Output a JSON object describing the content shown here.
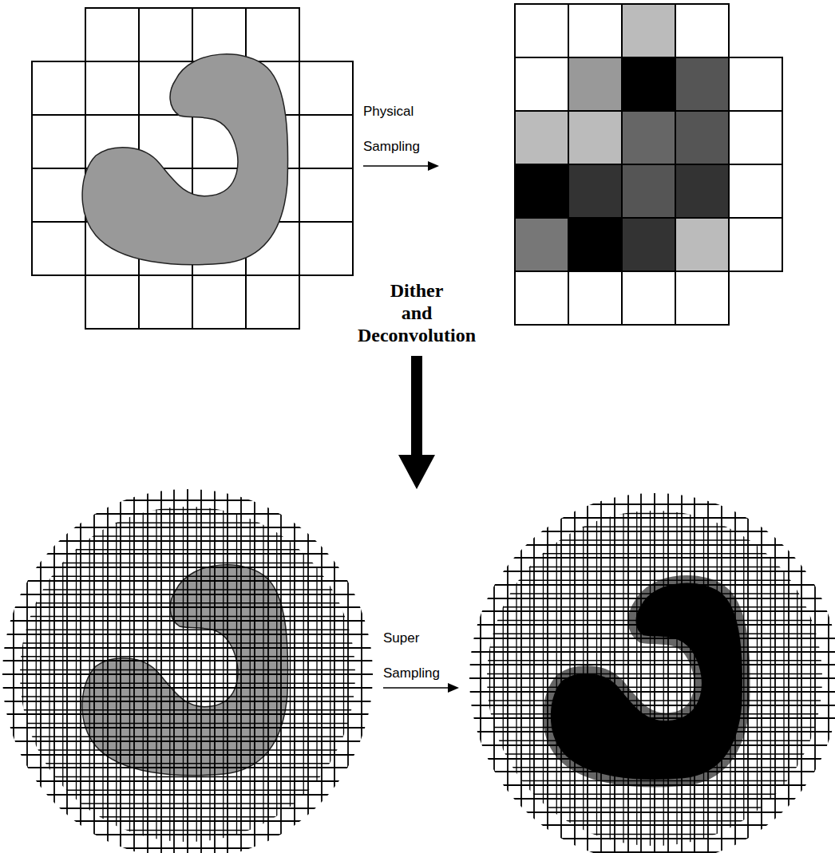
{
  "diagram": {
    "labels": [
      "Physical Sampling",
      "Dither and Deconvolution",
      "Super Sampling"
    ]
  }
}
